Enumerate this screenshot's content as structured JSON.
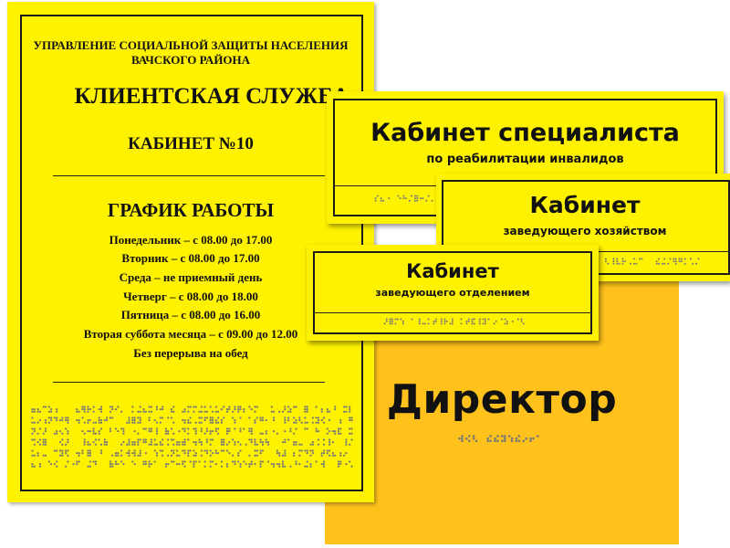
{
  "main_sign": {
    "org_line1": "УПРАВЛЕНИЕ СОЦИАЛЬНОЙ ЗАЩИТЫ НАСЕЛЕНИЯ",
    "org_line2": "ВАЧСКОГО РАЙОНА",
    "title": "КЛИЕНТСКАЯ СЛУЖБА",
    "room": "КАБИНЕТ №10",
    "schedule_title": "ГРАФИК РАБОТЫ",
    "schedule": [
      "Понедельник – с 08.00 до 17.00",
      "Вторник – с 08.00 до 17.00",
      "Среда – не приемный день",
      "Четверг – с 08.00 до 18.00",
      "Пятница – с 08.00 до 16.00",
      "Вторая суббота месяца – с 09.00 до 12.00",
      "Без перерыва на обед"
    ]
  },
  "specialist_sign": {
    "title": "Кабинет специалиста",
    "subtitle": "по реабилитации инвалидов"
  },
  "hoz_sign": {
    "title": "Кабинет",
    "subtitle": "заведующего хозяйством"
  },
  "otd_sign": {
    "title": "Кабинет",
    "subtitle": "заведующего отделением"
  },
  "director_sign": {
    "title": "Директор"
  },
  "colors": {
    "sign_yellow": "#fff200",
    "director_yellow": "#ffc21c",
    "text": "#111111"
  }
}
